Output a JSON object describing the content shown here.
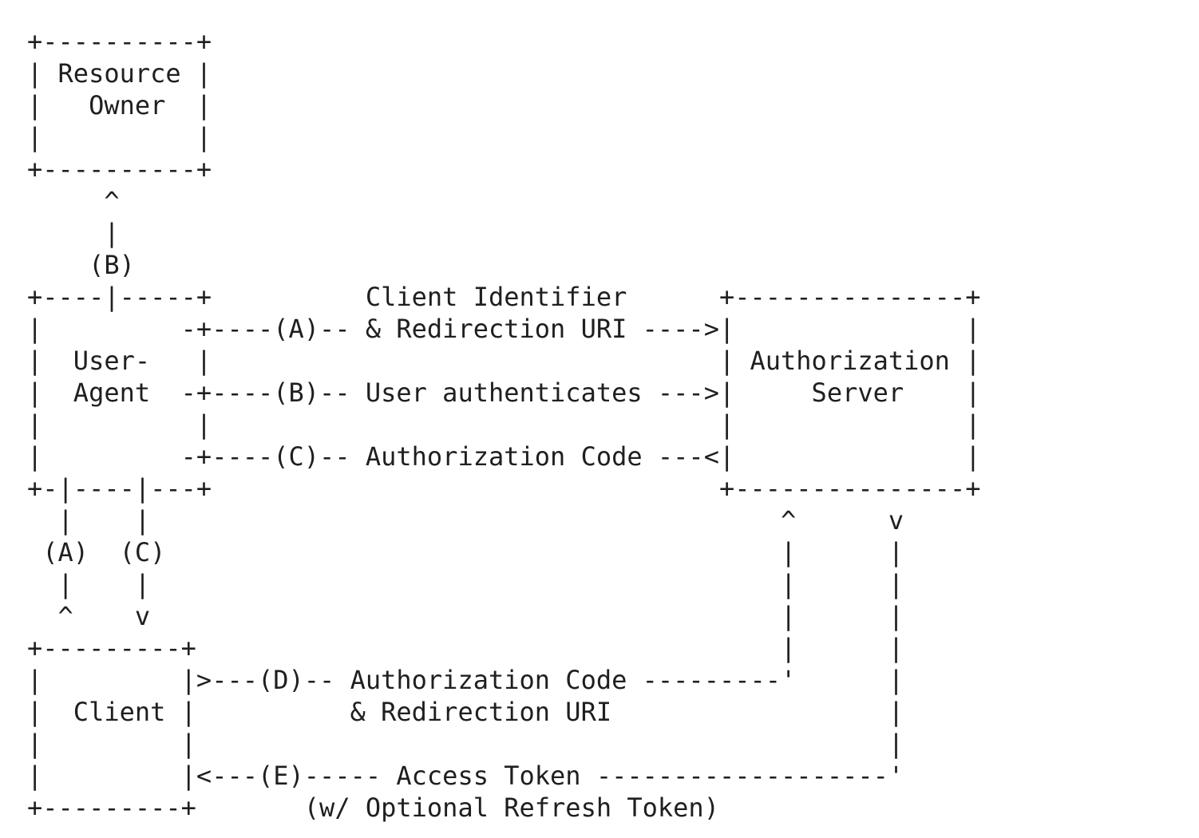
{
  "diagram": {
    "lines": [
      "+----------+",
      "| Resource |",
      "|   Owner  |",
      "|          |",
      "+----------+",
      "     ^",
      "     |",
      "    (B)",
      "+----|-----+          Client Identifier      +---------------+",
      "|         -+----(A)-- & Redirection URI ---->|               |",
      "|  User-   |                                 | Authorization |",
      "|  Agent  -+----(B)-- User authenticates --->|     Server    |",
      "|          |                                 |               |",
      "|         -+----(C)-- Authorization Code ---<|               |",
      "+-|----|---+                                 +---------------+",
      "  |    |                                         ^      v",
      " (A)  (C)                                        |      |",
      "  |    |                                         |      |",
      "  ^    v                                         |      |",
      "+---------+                                      |      |",
      "|         |>---(D)-- Authorization Code ---------'      |",
      "|  Client |          & Redirection URI                  |",
      "|         |                                             |",
      "|         |<---(E)----- Access Token -------------------'",
      "+---------+       (w/ Optional Refresh Token)"
    ]
  }
}
